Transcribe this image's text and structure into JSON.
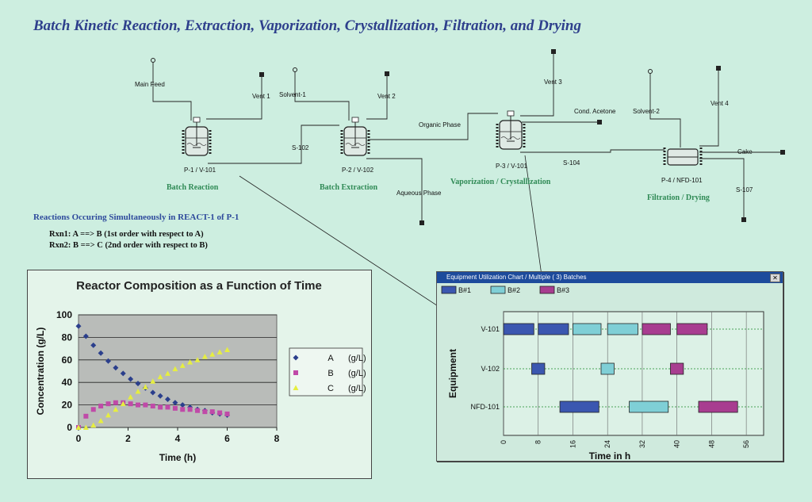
{
  "title": "Batch Kinetic Reaction, Extraction, Vaporization, Crystallization, Filtration, and Drying",
  "flowsheet": {
    "streams": [
      "Main Feed",
      "Vent 1",
      "Solvent-1",
      "Vent 2",
      "S-102",
      "Organic Phase",
      "Aqueous Phase",
      "Vent 3",
      "Cond. Acetone",
      "S-104",
      "Solvent-2",
      "Vent 4",
      "Cake",
      "S-107"
    ],
    "units": [
      "P-1 / V-101",
      "P-2 / V-102",
      "P-3 / V-101",
      "P-4 / NFD-101"
    ],
    "sections": [
      "Batch Reaction",
      "Batch Extraction",
      "Vaporization / Crystallization",
      "Filtration / Drying"
    ],
    "colors": {
      "section": "#2f8a55",
      "title": "#2e3f8c"
    }
  },
  "reactions": {
    "title": "Reactions Occuring Simultaneously in REACT-1 of P-1",
    "rxn1": "Rxn1:  A ==> B  (1st order with respect to A)",
    "rxn2": "Rxn2:  B ==> C  (2nd order with respect to B)"
  },
  "chart_data": [
    {
      "type": "scatter",
      "title": "Reactor Composition as a Function of Time",
      "xlabel": "Time (h)",
      "ylabel": "Concentration (g/L)",
      "xlim": [
        0,
        8
      ],
      "ylim": [
        0,
        100
      ],
      "xticks": [
        0,
        2,
        4,
        6,
        8
      ],
      "yticks": [
        0,
        20,
        40,
        60,
        80,
        100
      ],
      "grid": true,
      "legend": "right",
      "x": [
        0,
        0.3,
        0.6,
        0.9,
        1.2,
        1.5,
        1.8,
        2.1,
        2.4,
        2.7,
        3.0,
        3.3,
        3.6,
        3.9,
        4.2,
        4.5,
        4.8,
        5.1,
        5.4,
        5.7,
        6.0
      ],
      "series": [
        {
          "name": "A",
          "unit": "(g/L)",
          "marker": "diamond",
          "color": "#2b3f8c",
          "values": [
            90,
            81,
            73,
            66,
            59,
            53,
            48,
            43,
            39,
            35,
            31,
            28,
            25,
            22,
            20,
            18,
            16,
            15,
            13,
            12,
            11
          ]
        },
        {
          "name": "B",
          "unit": "(g/L)",
          "marker": "square",
          "color": "#c04aa8",
          "values": [
            0,
            10,
            16,
            19,
            21,
            22,
            22,
            21,
            20,
            20,
            19,
            18,
            18,
            17,
            16,
            16,
            15,
            14,
            14,
            13,
            12
          ]
        },
        {
          "name": "C",
          "unit": "(g/L)",
          "marker": "triangle",
          "color": "#e6ee40",
          "values": [
            0,
            0,
            2,
            6,
            11,
            16,
            21,
            27,
            32,
            36,
            41,
            45,
            48,
            52,
            55,
            58,
            60,
            63,
            65,
            67,
            69
          ]
        }
      ]
    },
    {
      "type": "gantt",
      "window_title": "Equipment Utilization Chart / Multiple ( 3) Batches",
      "xlabel": "Time in h",
      "ylabel": "Equipment",
      "xlim": [
        0,
        60
      ],
      "xticks": [
        "0",
        "8",
        "16",
        "24",
        "32",
        "40",
        "48",
        "56"
      ],
      "xtick_values": [
        0,
        8,
        16,
        24,
        32,
        40,
        48,
        56
      ],
      "rows": [
        "V-101",
        "V-102",
        "NFD-101"
      ],
      "series": [
        {
          "name": "B#1",
          "color": "#3b57b0",
          "bars": [
            {
              "row": "V-101",
              "start": 0,
              "end": 7
            },
            {
              "row": "V-101",
              "start": 8,
              "end": 15
            },
            {
              "row": "V-102",
              "start": 6.5,
              "end": 9.5
            },
            {
              "row": "NFD-101",
              "start": 13,
              "end": 22
            }
          ]
        },
        {
          "name": "B#2",
          "color": "#7fcfd6",
          "bars": [
            {
              "row": "V-101",
              "start": 16,
              "end": 22.5
            },
            {
              "row": "V-101",
              "start": 24,
              "end": 31
            },
            {
              "row": "V-102",
              "start": 22.5,
              "end": 25.5
            },
            {
              "row": "NFD-101",
              "start": 29,
              "end": 38
            }
          ]
        },
        {
          "name": "B#3",
          "color": "#a83d90",
          "bars": [
            {
              "row": "V-101",
              "start": 32,
              "end": 38.5
            },
            {
              "row": "V-101",
              "start": 40,
              "end": 47
            },
            {
              "row": "V-102",
              "start": 38.5,
              "end": 41.5
            },
            {
              "row": "NFD-101",
              "start": 45,
              "end": 54
            }
          ]
        }
      ]
    }
  ]
}
